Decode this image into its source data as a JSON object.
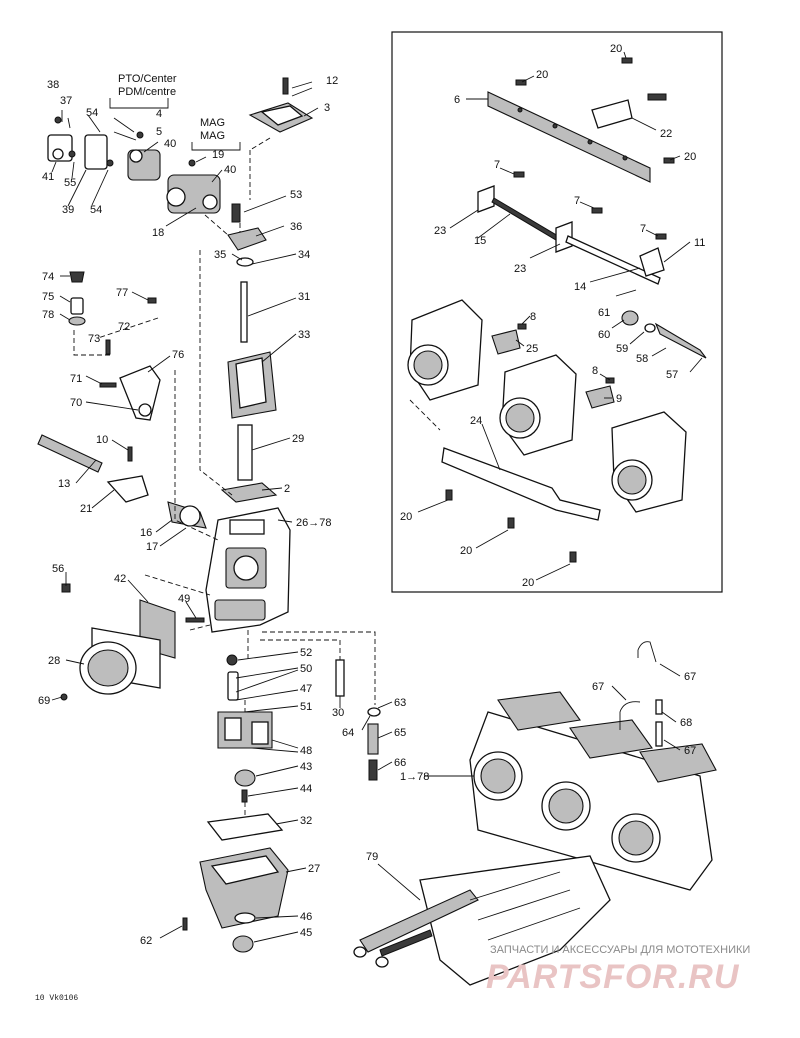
{
  "headers": {
    "pto": "PTO/Center",
    "pdm": "PDM/centre",
    "mag1": "MAG",
    "mag2": "MAG"
  },
  "callouts": [
    {
      "id": "c38",
      "text": "38"
    },
    {
      "id": "c37",
      "text": "37"
    },
    {
      "id": "c54a",
      "text": "54"
    },
    {
      "id": "c4",
      "text": "4"
    },
    {
      "id": "c5",
      "text": "5"
    },
    {
      "id": "c40a",
      "text": "40"
    },
    {
      "id": "c41",
      "text": "41"
    },
    {
      "id": "c55",
      "text": "55"
    },
    {
      "id": "c39",
      "text": "39"
    },
    {
      "id": "c54b",
      "text": "54"
    },
    {
      "id": "c19",
      "text": "19"
    },
    {
      "id": "c40b",
      "text": "40"
    },
    {
      "id": "c18",
      "text": "18"
    },
    {
      "id": "c12",
      "text": "12"
    },
    {
      "id": "c3",
      "text": "3"
    },
    {
      "id": "c53",
      "text": "53"
    },
    {
      "id": "c36",
      "text": "36"
    },
    {
      "id": "c35",
      "text": "35"
    },
    {
      "id": "c34",
      "text": "34"
    },
    {
      "id": "c31",
      "text": "31"
    },
    {
      "id": "c33",
      "text": "33"
    },
    {
      "id": "c29",
      "text": "29"
    },
    {
      "id": "c2",
      "text": "2"
    },
    {
      "id": "c26",
      "text": "26→78"
    },
    {
      "id": "c74",
      "text": "74"
    },
    {
      "id": "c75",
      "text": "75"
    },
    {
      "id": "c78",
      "text": "78"
    },
    {
      "id": "c77",
      "text": "77"
    },
    {
      "id": "c73",
      "text": "73"
    },
    {
      "id": "c72",
      "text": "72"
    },
    {
      "id": "c76",
      "text": "76"
    },
    {
      "id": "c71",
      "text": "71"
    },
    {
      "id": "c70",
      "text": "70"
    },
    {
      "id": "c10",
      "text": "10"
    },
    {
      "id": "c13",
      "text": "13"
    },
    {
      "id": "c21",
      "text": "21"
    },
    {
      "id": "c16",
      "text": "16"
    },
    {
      "id": "c17",
      "text": "17"
    },
    {
      "id": "c56",
      "text": "56"
    },
    {
      "id": "c42",
      "text": "42"
    },
    {
      "id": "c49",
      "text": "49"
    },
    {
      "id": "c28",
      "text": "28"
    },
    {
      "id": "c69",
      "text": "69"
    },
    {
      "id": "c52",
      "text": "52"
    },
    {
      "id": "c50",
      "text": "50"
    },
    {
      "id": "c47",
      "text": "47"
    },
    {
      "id": "c51",
      "text": "51"
    },
    {
      "id": "c30",
      "text": "30"
    },
    {
      "id": "c63",
      "text": "63"
    },
    {
      "id": "c64",
      "text": "64"
    },
    {
      "id": "c65",
      "text": "65"
    },
    {
      "id": "c48",
      "text": "48"
    },
    {
      "id": "c43",
      "text": "43"
    },
    {
      "id": "c66",
      "text": "66"
    },
    {
      "id": "c44",
      "text": "44"
    },
    {
      "id": "c32",
      "text": "32"
    },
    {
      "id": "c27",
      "text": "27"
    },
    {
      "id": "c62",
      "text": "62"
    },
    {
      "id": "c46",
      "text": "46"
    },
    {
      "id": "c45",
      "text": "45"
    },
    {
      "id": "c20a",
      "text": "20"
    },
    {
      "id": "c20b",
      "text": "20"
    },
    {
      "id": "c6",
      "text": "6"
    },
    {
      "id": "c22",
      "text": "22"
    },
    {
      "id": "c20c",
      "text": "20"
    },
    {
      "id": "c7a",
      "text": "7"
    },
    {
      "id": "c7b",
      "text": "7"
    },
    {
      "id": "c7c",
      "text": "7"
    },
    {
      "id": "c23a",
      "text": "23"
    },
    {
      "id": "c15",
      "text": "15"
    },
    {
      "id": "c11",
      "text": "11"
    },
    {
      "id": "c23b",
      "text": "23"
    },
    {
      "id": "c14",
      "text": "14"
    },
    {
      "id": "c8a",
      "text": "8"
    },
    {
      "id": "c25",
      "text": "25"
    },
    {
      "id": "c61",
      "text": "61"
    },
    {
      "id": "c60",
      "text": "60"
    },
    {
      "id": "c59",
      "text": "59"
    },
    {
      "id": "c58",
      "text": "58"
    },
    {
      "id": "c57",
      "text": "57"
    },
    {
      "id": "c8b",
      "text": "8"
    },
    {
      "id": "c9",
      "text": "9"
    },
    {
      "id": "c24",
      "text": "24"
    },
    {
      "id": "c20d",
      "text": "20"
    },
    {
      "id": "c20e",
      "text": "20"
    },
    {
      "id": "c20f",
      "text": "20"
    },
    {
      "id": "c67a",
      "text": "67"
    },
    {
      "id": "c67b",
      "text": "67"
    },
    {
      "id": "c68",
      "text": "68"
    },
    {
      "id": "c67c",
      "text": "67"
    },
    {
      "id": "c1",
      "text": "1→78"
    },
    {
      "id": "c79",
      "text": "79"
    }
  ],
  "watermark": {
    "line": "ЗАПЧАСТИ И АКСЕССУАРЫ ДЛЯ МОТОТЕХНИКИ",
    "logo": "PARTSFOR.RU"
  },
  "doc_code": "10 Vk0106",
  "colors": {
    "ink": "#111111",
    "shade": "#bdbdbd",
    "watermark": "#e9c4c4"
  }
}
